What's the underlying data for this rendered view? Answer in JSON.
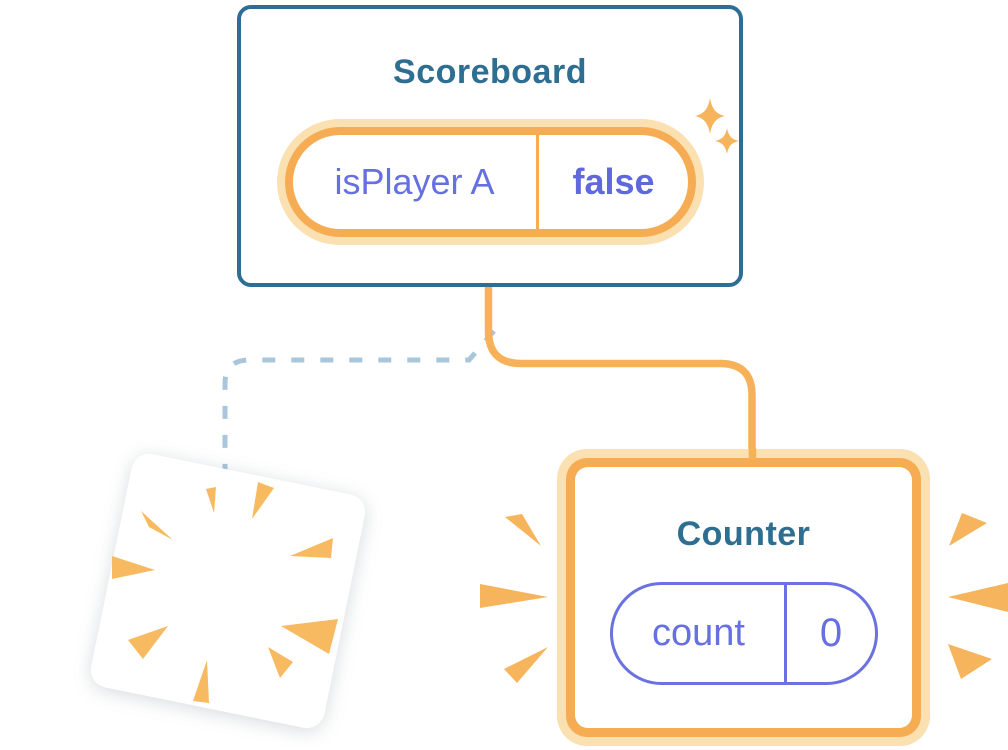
{
  "scoreboard": {
    "title": "Scoreboard",
    "state": {
      "name": "isPlayer A",
      "value": "false"
    }
  },
  "counter": {
    "title": "Counter",
    "state": {
      "name": "count",
      "value": "0"
    }
  },
  "icons": {
    "sparkle_large": "four-point-sparkle",
    "sparkle_small": "four-point-sparkle",
    "poof_burst": "radial-burst-wedges",
    "emphasis_marks": "triangular-emphasis-wedges"
  },
  "colors": {
    "card_border_teal": "#2E6E93",
    "title_teal": "#2D6E91",
    "highlight_orange": "#F6AC52",
    "highlight_halo": "#FBE0B2",
    "connector_orange": "#F7B158",
    "connector_dashed_blue": "#A9C6DB",
    "state_purple": "#6B72E0",
    "background": "#FFFFFF"
  }
}
